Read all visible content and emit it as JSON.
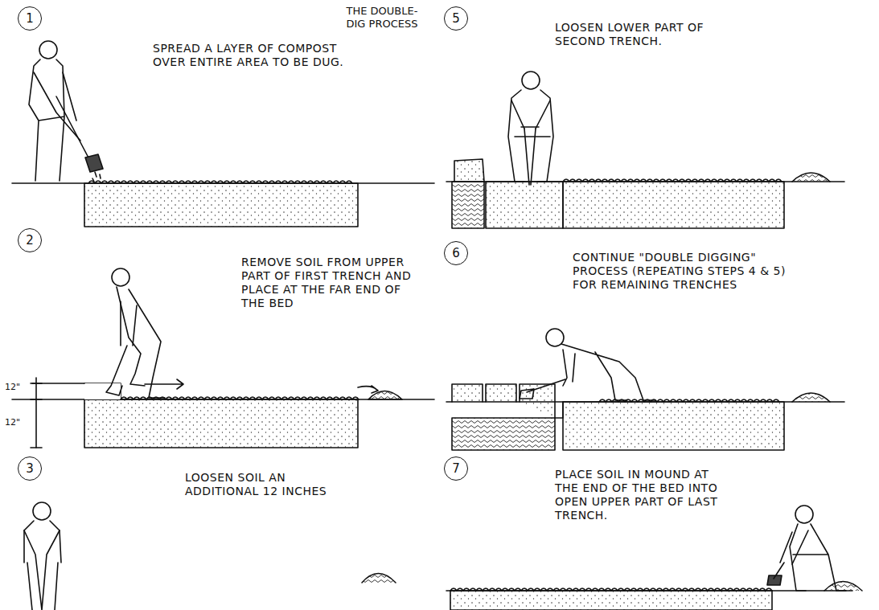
{
  "diagram": {
    "title": "THE DOUBLE-DIG PROCESS",
    "nodes": [
      {
        "text": [
          "1"
        ]
      },
      {
        "text": [
          "2"
        ]
      },
      {
        "text": [
          "3"
        ]
      },
      {
        "text": [
          "5"
        ]
      },
      {
        "text": [
          "6"
        ]
      },
      {
        "text": [
          "7"
        ]
      }
    ],
    "labels": [
      "SPREAD A LAYER OF COMPOST OVER ENTIRE AREA TO BE DUG.",
      "REMOVE SOIL FROM UPPER PART OF FIRST TRENCH AND PLACE AT THE FAR END OF THE BED",
      "LOOSEN SOIL AN ADDITIONAL 12 INCHES",
      "LOOSEN LOWER PART OF SECOND TRENCH.",
      "CONTINUE \"DOUBLE DIGGING\" PROCESS (REPEATING STEPS 4 & 5) FOR REMAINING TRENCHES",
      "PLACE SOIL IN MOUND AT THE END OF THE BED INTO OPEN UPPER PART OF LAST TRENCH.",
      "12\"",
      "12\""
    ]
  }
}
